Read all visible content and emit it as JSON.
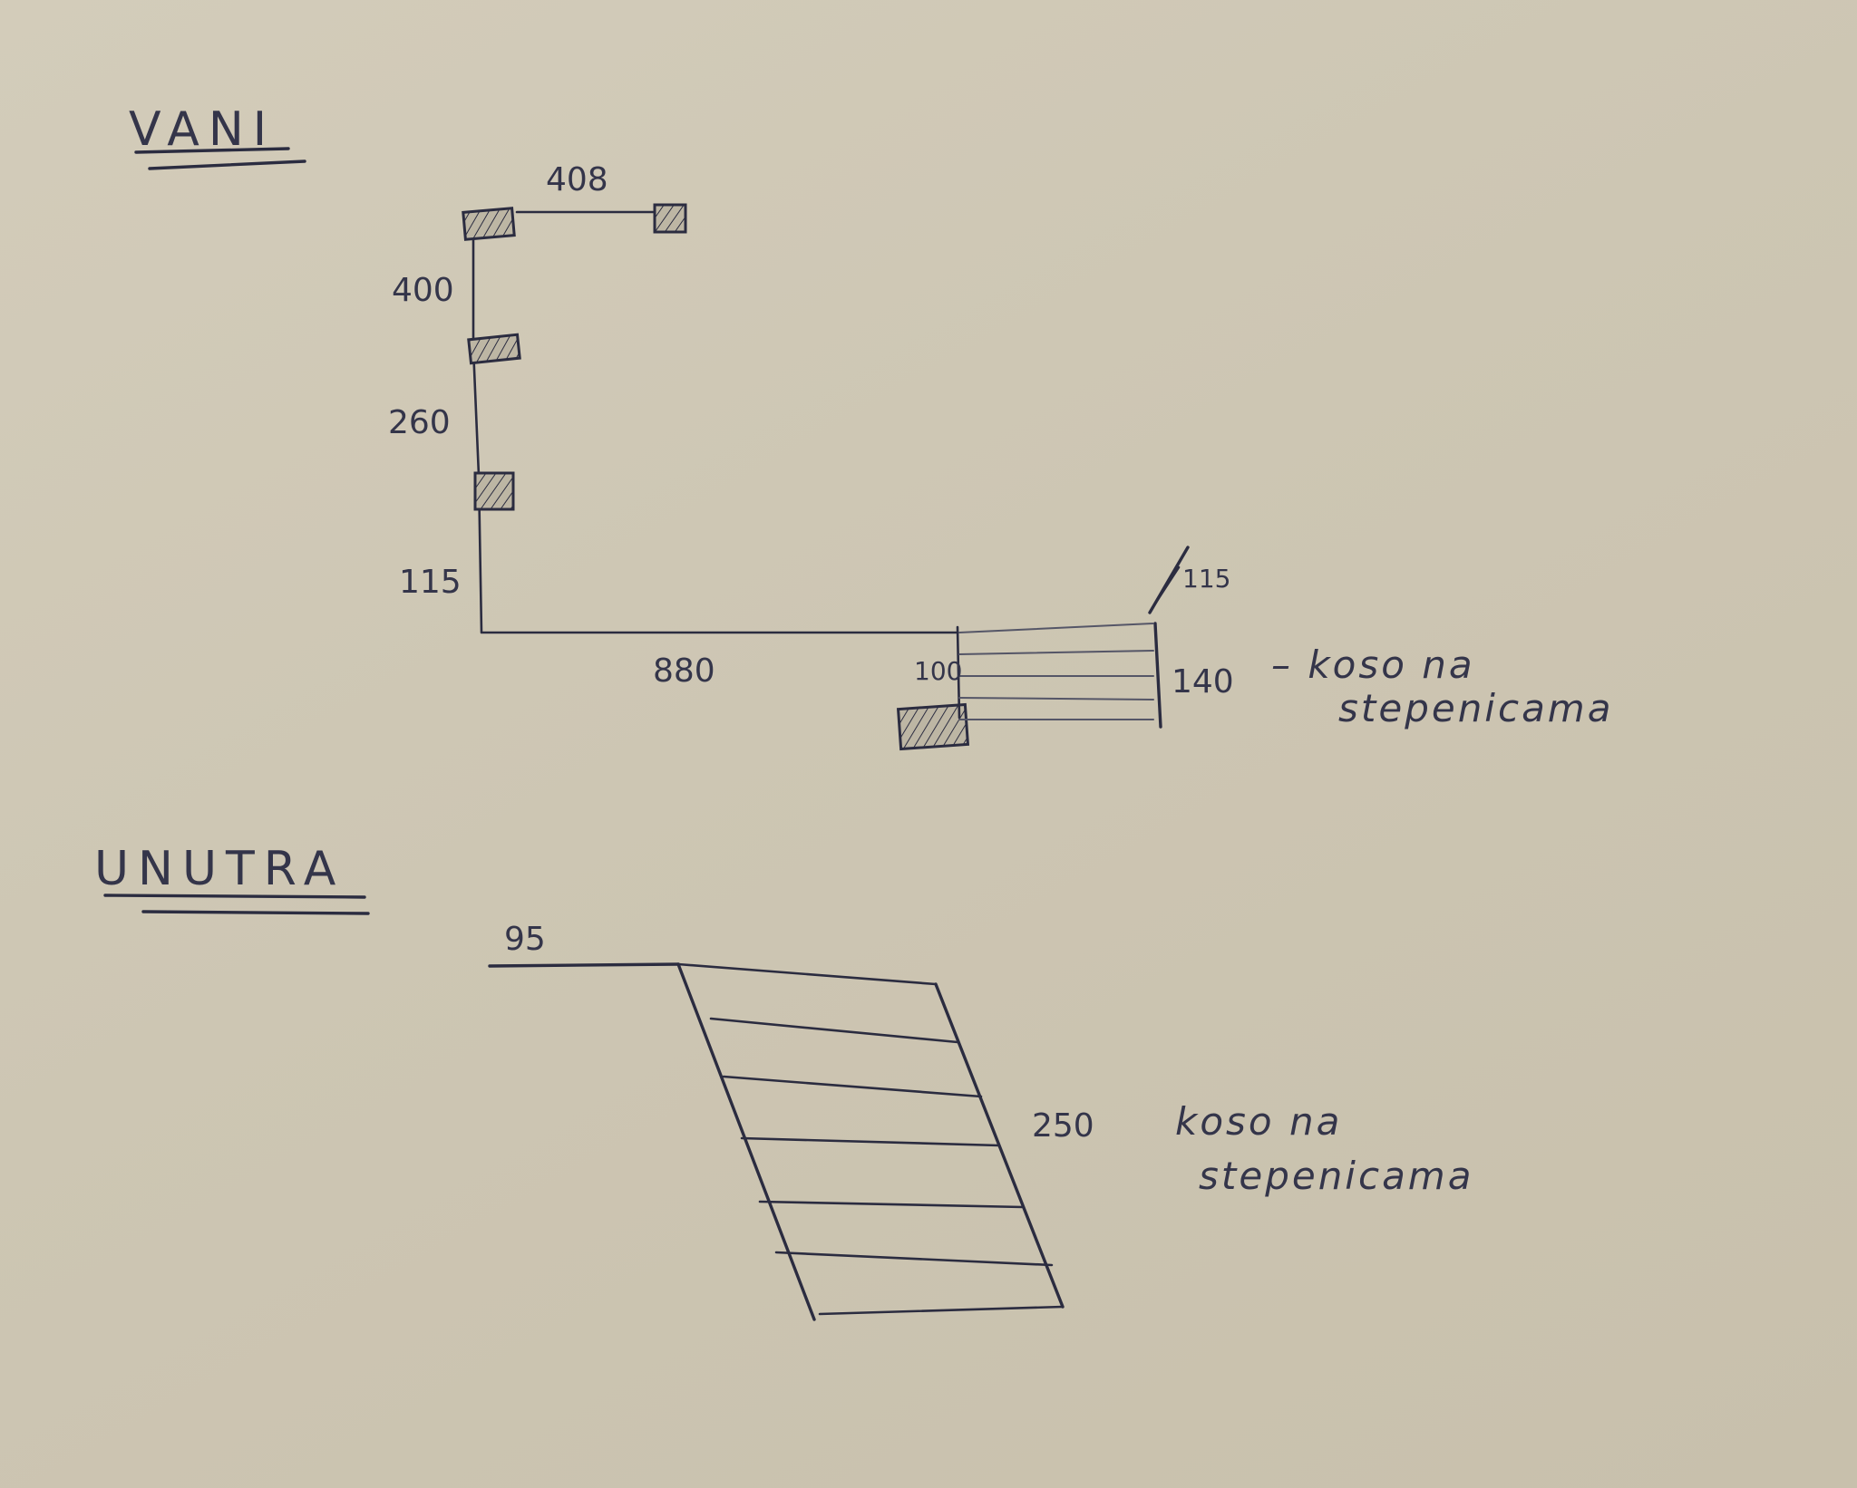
{
  "sections": {
    "outside_title": "VANI",
    "inside_title": "UNUTRA"
  },
  "outside": {
    "dim_top": "408",
    "dim_left_upper": "400",
    "dim_left_middle": "260",
    "dim_left_lower": "115",
    "dim_bottom": "880",
    "dim_stairs_left": "100",
    "dim_stairs_right": "140",
    "dim_stairs_corner": "115",
    "note_line1": "– koso na",
    "note_line2": "stepenicama"
  },
  "inside": {
    "dim_top": "95",
    "dim_stairs": "250",
    "note_line1": "koso na",
    "note_line2": "stepenicama"
  },
  "colors": {
    "paper": "#cfc8b6",
    "ink": "#2b2c40"
  }
}
